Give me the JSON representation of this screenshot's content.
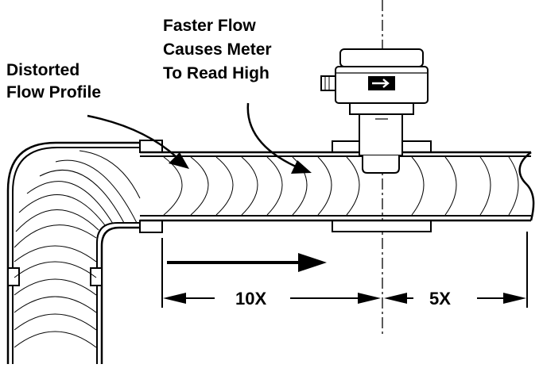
{
  "labels": {
    "distorted_line1": "Distorted",
    "distorted_line2": "Flow Profile",
    "faster_line1": "Faster Flow",
    "faster_line2": "Causes Meter",
    "faster_line3": "To Read High",
    "upstream_dim": "10X",
    "downstream_dim": "5X"
  },
  "colors": {
    "ink": "#000000",
    "paper": "#ffffff"
  },
  "icons": {
    "meter_display": "arrow-right-icon",
    "flow_direction": "arrow-right-icon"
  }
}
